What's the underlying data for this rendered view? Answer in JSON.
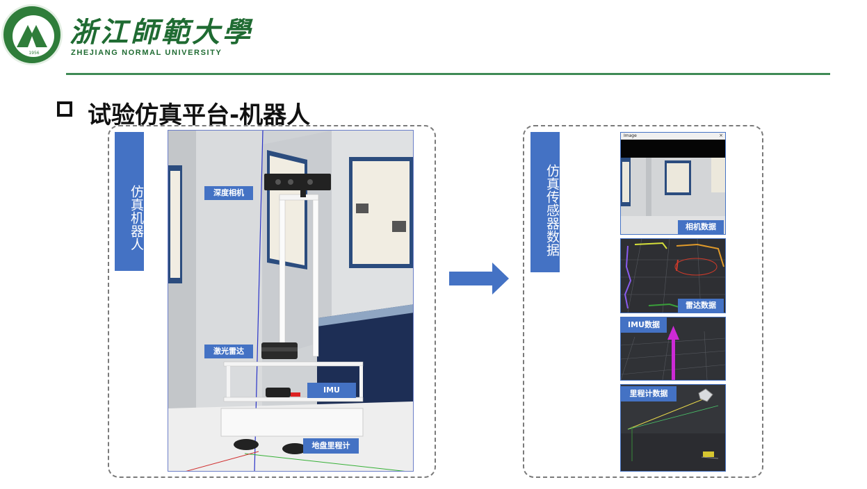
{
  "header": {
    "university_cn": "浙江師範大學",
    "university_en": "ZHEJIANG NORMAL UNIVERSITY",
    "logo_year": "1956",
    "brand_color": "#1f6b32"
  },
  "slide": {
    "title": "试验仿真平台-机器人"
  },
  "left_group": {
    "label": "仿真机器人",
    "callouts": {
      "depth_camera": "深度相机",
      "lidar": "激光雷达",
      "imu": "IMU",
      "odometry": "地盘里程计"
    }
  },
  "right_group": {
    "label": "仿真传感器数据",
    "image_window_title": "Image",
    "panels": {
      "camera": "相机数据",
      "radar": "雷达数据",
      "imu": "IMU数据",
      "odometry": "里程计数据"
    }
  },
  "colors": {
    "accent_blue": "#4472c4",
    "rule_green": "#3f8a55"
  }
}
